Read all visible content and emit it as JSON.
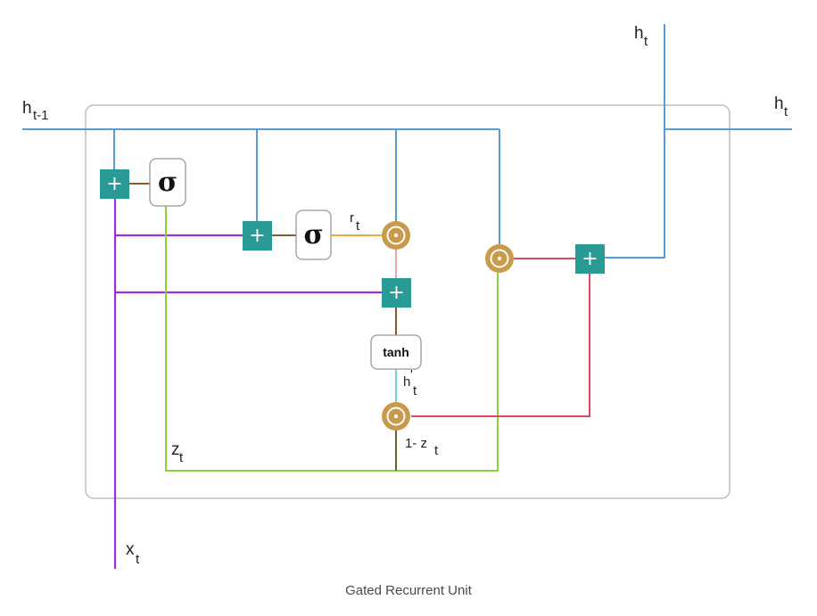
{
  "caption": "Gated Recurrent Unit",
  "labels": {
    "h_prev": {
      "main": "h",
      "sub": "t-1"
    },
    "h_out_top": {
      "main": "h",
      "sub": "t"
    },
    "h_out_right": {
      "main": "h",
      "sub": "t"
    },
    "x_in": {
      "main": "x",
      "sub": "t"
    },
    "r_gate": {
      "main": "r",
      "sub": "t"
    },
    "z_gate": {
      "main": "z",
      "sub": "t"
    },
    "h_candidate": {
      "main": "h",
      "sup": "'",
      "sub": "t"
    },
    "one_minus_z": {
      "main": "1-  z",
      "sub": "t"
    }
  },
  "symbols": {
    "sigma": "σ",
    "tanh": "tanh",
    "plus": "+",
    "hadamard": "⊙"
  },
  "colors": {
    "hidden_line": "#5b9bd5",
    "input_line": "#9b30e0",
    "z_line": "#8dd13f",
    "r_line": "#f0a83c",
    "candidate_line": "#70d6c8",
    "pink_line": "#f2a0a8",
    "out_line": "#d94a5c",
    "brown_line": "#8b5a2b",
    "olive_line": "#5a6b2a",
    "add_box": "#2a9a96",
    "mult_circle": "#c99a4a",
    "frame": "#bbbbbb"
  }
}
